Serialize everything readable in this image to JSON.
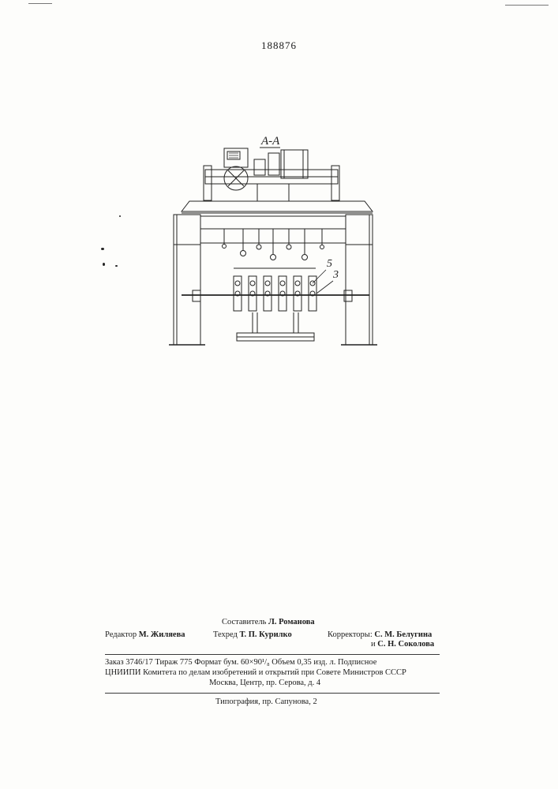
{
  "document": {
    "page_number": "188876",
    "figure_label": "A-A",
    "part_labels": [
      "5",
      "3"
    ]
  },
  "credits": {
    "composer_label": "Составитель",
    "composer_name": "Л. Романова",
    "editor_label": "Редактор",
    "editor_name": "М. Жиляева",
    "techred_label": "Техред",
    "techred_name": "Т. П. Курилко",
    "correctors_label": "Корректоры:",
    "corrector_1": "С. М. Белугина",
    "corrector_and": "и",
    "corrector_2": "С. Н. Соколова"
  },
  "imprint": {
    "line_1": "Заказ 3746/17   Тираж 775   Формат бум. 60×90¹/₈   Объем 0,35 изд. л.   Подписное",
    "line_2": "ЦНИИПИ Комитета по делам изобретений и открытий при Совете Министров СССР",
    "line_3": "Москва, Центр, пр. Серова, д. 4",
    "printer": "Типография, пр. Сапунова, 2"
  }
}
